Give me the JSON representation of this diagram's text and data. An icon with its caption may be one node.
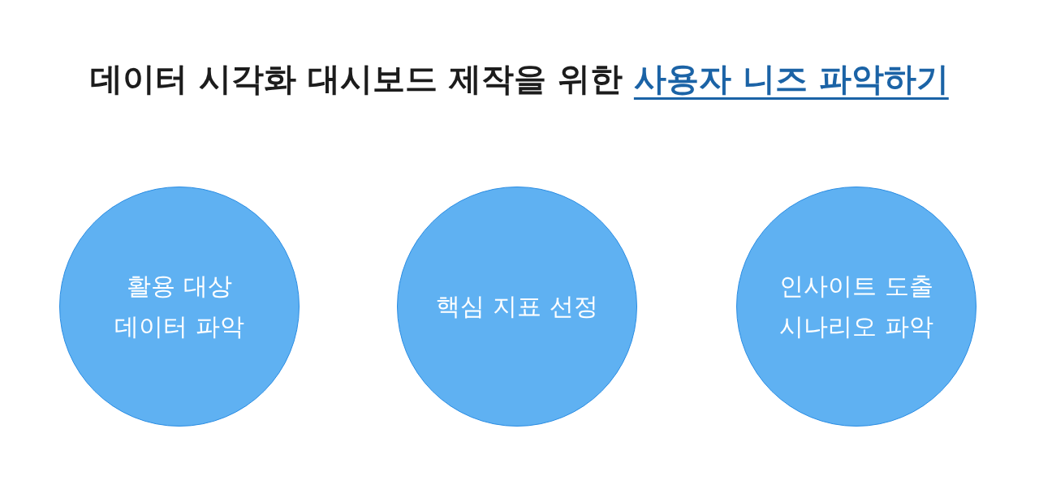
{
  "diagram": {
    "title": "데이터 시각화 대시보드 제작을 위한 사용자 니즈 파악하기",
    "nodes": [
      {
        "text": [
          "활용 대상 데이터 파악"
        ]
      },
      {
        "text": [
          "핵심 지표 선정"
        ]
      },
      {
        "text": [
          "인사이트 도출 시나리오 파악"
        ]
      }
    ],
    "edges": []
  }
}
